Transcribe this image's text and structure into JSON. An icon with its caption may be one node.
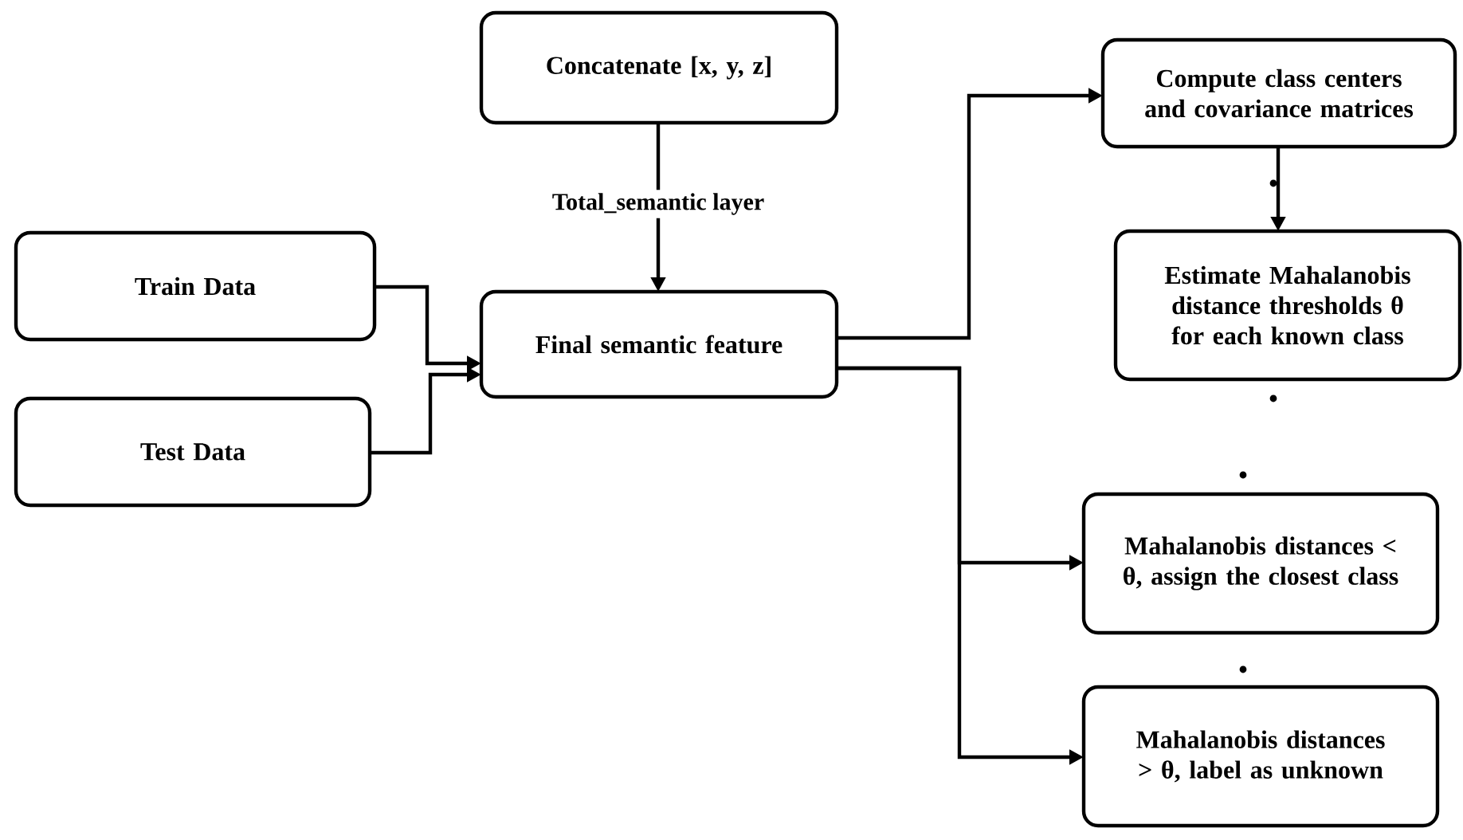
{
  "diagram": {
    "nodes": [
      {
        "text": [
          "Concatenate [x, y, z]"
        ]
      },
      {
        "text": [
          "Train Data"
        ]
      },
      {
        "text": [
          "Test Data"
        ]
      },
      {
        "text": [
          "Final semantic feature"
        ]
      },
      {
        "text": [
          "Compute class centers and covariance matrices"
        ]
      },
      {
        "text": [
          "Estimate Mahalanobis distance thresholds θ for each known class"
        ]
      },
      {
        "text": [
          "Mahalanobis distances < θ, assign the closest class"
        ]
      },
      {
        "text": [
          "Mahalanobis distances > θ, label as unknown"
        ]
      }
    ],
    "edges": [
      {
        "from": 0,
        "to": 3,
        "arrow": "to",
        "label": "Total_semantic layer"
      },
      {
        "from": 1,
        "to": 3,
        "arrow": "to"
      },
      {
        "from": 2,
        "to": 3,
        "arrow": "to"
      },
      {
        "from": 3,
        "to": 4,
        "arrow": "to"
      },
      {
        "from": 4,
        "to": 5,
        "arrow": "to"
      },
      {
        "from": 3,
        "to": 6,
        "arrow": "to"
      },
      {
        "from": 3,
        "to": 7,
        "arrow": "to"
      }
    ]
  }
}
